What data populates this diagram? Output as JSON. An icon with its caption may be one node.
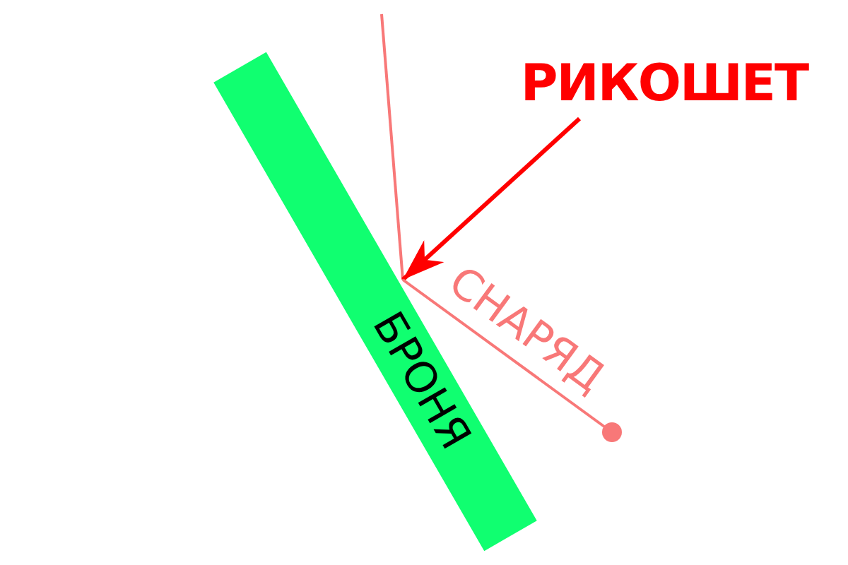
{
  "diagram": {
    "nodes": [
      {
        "text": [
          "РИКОШЕТ"
        ]
      },
      {
        "text": [
          "БРОНЯ"
        ]
      },
      {
        "text": [],
        "shape": "circle"
      }
    ],
    "edges": [
      {
        "from": 0,
        "to": 1,
        "arrow": "to",
        "color": "#ff0000"
      },
      {
        "from": 2,
        "to": 1,
        "arrow": "none",
        "label": "СНАРЯД",
        "color": "#f87878"
      }
    ]
  }
}
